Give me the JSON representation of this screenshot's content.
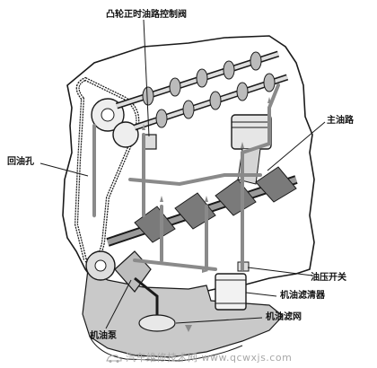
{
  "labels": {
    "camshaft_oil_control_valve": "凸轮正时油路控制阀",
    "main_oil_gallery": "主油路",
    "oil_return_hole": "回油孔",
    "oil_pressure_switch": "油压开关",
    "oil_filter": "机油滤清器",
    "oil_strainer": "机油滤网",
    "oil_pump": "机油泵"
  },
  "watermark": {
    "text": "汽车维修技术网 www.qcwxjs.com"
  },
  "colors": {
    "oil_path": "#8a8a8a",
    "oil_pan_fill": "#c9c9c9",
    "engine_line": "#1a1a1a"
  }
}
